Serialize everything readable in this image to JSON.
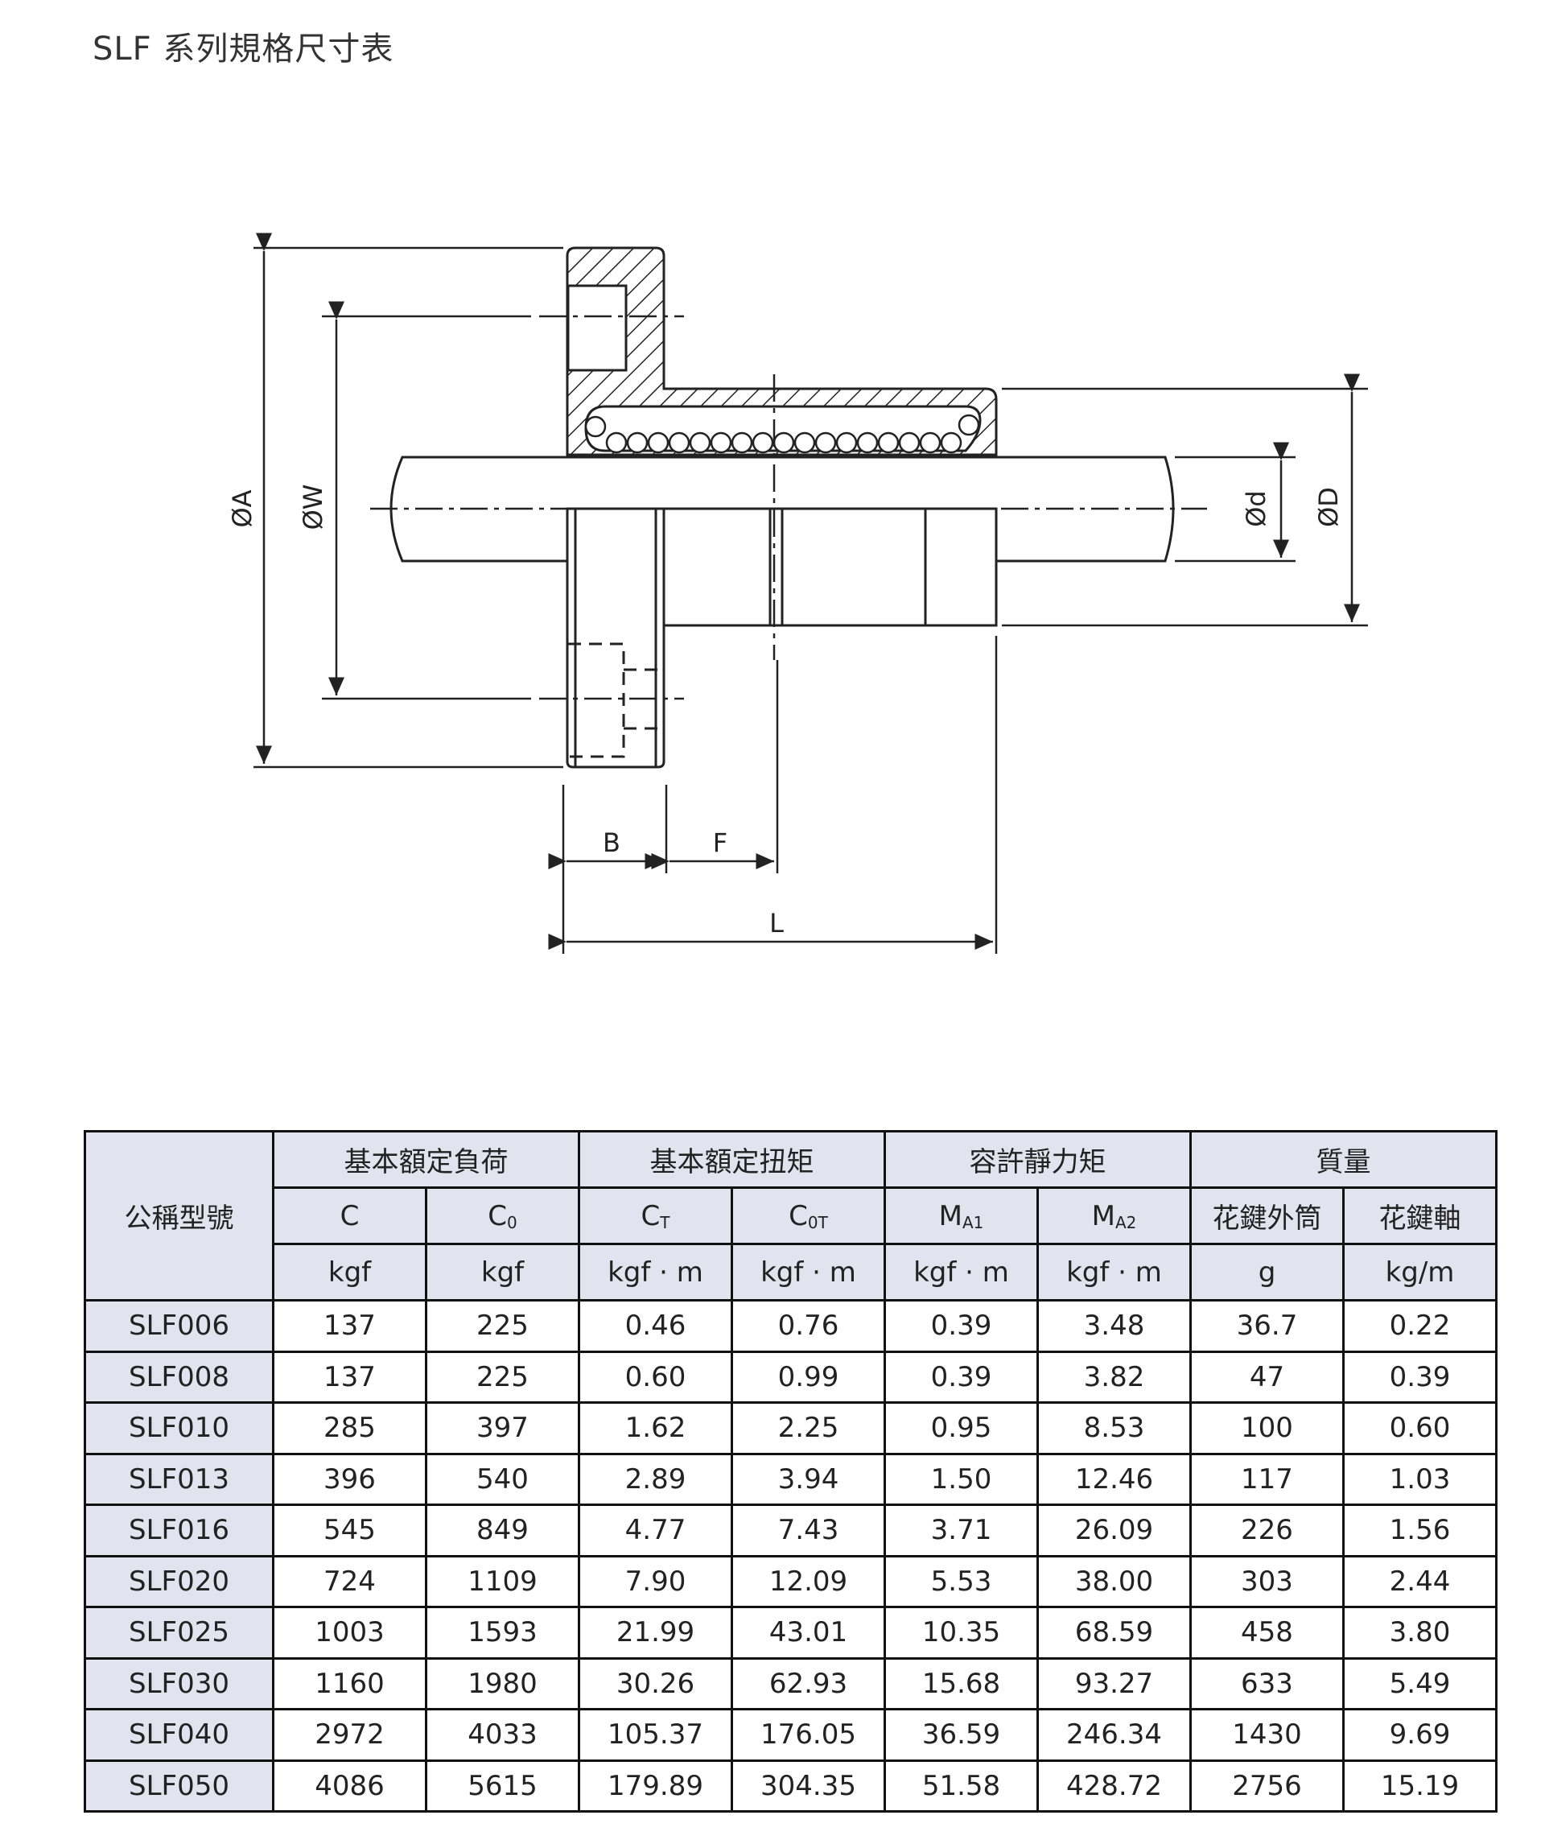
{
  "page": {
    "title": "SLF 系列規格尺寸表"
  },
  "drawing": {
    "labels": {
      "A": "ØA",
      "W": "ØW",
      "d": "Ød",
      "D": "ØD",
      "B": "B",
      "F": "F",
      "L": "L"
    }
  },
  "table": {
    "model_header": "公稱型號",
    "groups": [
      {
        "label": "基本額定負荷"
      },
      {
        "label": "基本額定扭矩"
      },
      {
        "label": "容許靜力矩"
      },
      {
        "label": "質量"
      }
    ],
    "symbols": [
      {
        "main": "C",
        "sub": ""
      },
      {
        "main": "C",
        "sub": "0"
      },
      {
        "main": "C",
        "sub": "T"
      },
      {
        "main": "C",
        "sub": "0T"
      },
      {
        "main": "M",
        "sub": "A1"
      },
      {
        "main": "M",
        "sub": "A2"
      },
      {
        "main": "花鍵外筒",
        "sub": ""
      },
      {
        "main": "花鍵軸",
        "sub": ""
      }
    ],
    "units": [
      "kgf",
      "kgf",
      "kgf · m",
      "kgf · m",
      "kgf · m",
      "kgf · m",
      "g",
      "kg/m"
    ],
    "rows": [
      {
        "model": "SLF006",
        "values": [
          "137",
          "225",
          "0.46",
          "0.76",
          "0.39",
          "3.48",
          "36.7",
          "0.22"
        ]
      },
      {
        "model": "SLF008",
        "values": [
          "137",
          "225",
          "0.60",
          "0.99",
          "0.39",
          "3.82",
          "47",
          "0.39"
        ]
      },
      {
        "model": "SLF010",
        "values": [
          "285",
          "397",
          "1.62",
          "2.25",
          "0.95",
          "8.53",
          "100",
          "0.60"
        ]
      },
      {
        "model": "SLF013",
        "values": [
          "396",
          "540",
          "2.89",
          "3.94",
          "1.50",
          "12.46",
          "117",
          "1.03"
        ]
      },
      {
        "model": "SLF016",
        "values": [
          "545",
          "849",
          "4.77",
          "7.43",
          "3.71",
          "26.09",
          "226",
          "1.56"
        ]
      },
      {
        "model": "SLF020",
        "values": [
          "724",
          "1109",
          "7.90",
          "12.09",
          "5.53",
          "38.00",
          "303",
          "2.44"
        ]
      },
      {
        "model": "SLF025",
        "values": [
          "1003",
          "1593",
          "21.99",
          "43.01",
          "10.35",
          "68.59",
          "458",
          "3.80"
        ]
      },
      {
        "model": "SLF030",
        "values": [
          "1160",
          "1980",
          "30.26",
          "62.93",
          "15.68",
          "93.27",
          "633",
          "5.49"
        ]
      },
      {
        "model": "SLF040",
        "values": [
          "2972",
          "4033",
          "105.37",
          "176.05",
          "36.59",
          "246.34",
          "1430",
          "9.69"
        ]
      },
      {
        "model": "SLF050",
        "values": [
          "4086",
          "5615",
          "179.89",
          "304.35",
          "51.58",
          "428.72",
          "2756",
          "15.19"
        ]
      }
    ]
  }
}
